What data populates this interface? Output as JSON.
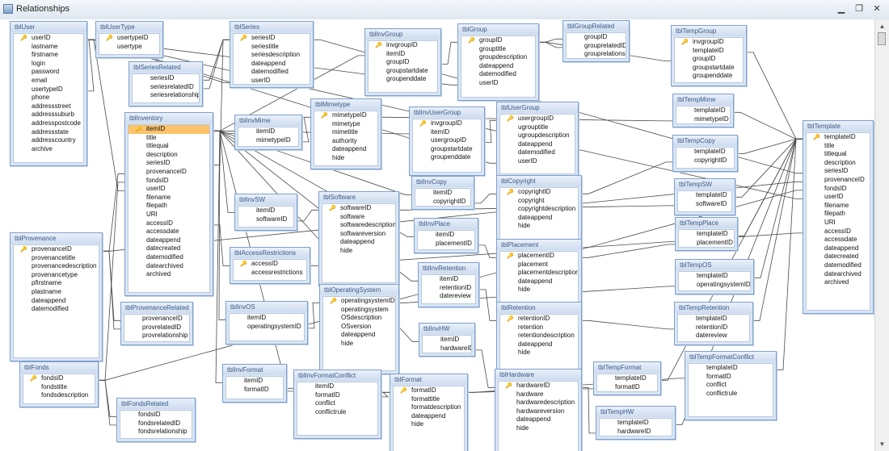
{
  "window": {
    "title": "Relationships",
    "buttons": {
      "minimize": "▁",
      "restore": "❐",
      "close": "✕"
    }
  },
  "scrollbar": {
    "up": "▲",
    "down": "▼"
  },
  "colors": {
    "header_bg": "#dae6f5",
    "border": "#7ea0cc",
    "header_text": "#3c5a86",
    "selected_row": "#fcc36a",
    "line": "#4a4a4a"
  },
  "icons": {
    "primary_key": "key-icon"
  },
  "tables": [
    {
      "name": "tblUser",
      "fields": [
        "userID",
        "lastname",
        "firstname",
        "login",
        "password",
        "email",
        "usertypeID",
        "phone",
        "addressstreet",
        "addresssuburb",
        "addresspostcode",
        "addressstate",
        "addresscountry",
        "archive"
      ],
      "pk": [
        "userID"
      ]
    },
    {
      "name": "tblUserType",
      "fields": [
        "usertypeID",
        "usertype"
      ],
      "pk": [
        "usertypeID"
      ]
    },
    {
      "name": "tblSeries",
      "fields": [
        "seriesID",
        "seriestitle",
        "seriesdescription",
        "dateappend",
        "datemodified",
        "userID"
      ],
      "pk": [
        "seriesID"
      ]
    },
    {
      "name": "tblInvGroup",
      "fields": [
        "invgroupID",
        "itemID",
        "groupID",
        "groupstartdate",
        "groupenddate"
      ],
      "pk": [
        "invgroupID"
      ]
    },
    {
      "name": "tblGroup",
      "fields": [
        "groupID",
        "grouptitle",
        "groupdescription",
        "dateappend",
        "datemodified",
        "userID"
      ],
      "pk": [
        "groupID"
      ]
    },
    {
      "name": "tblGroupRelated",
      "fields": [
        "groupID",
        "grouprelatedID",
        "grouprelationsl"
      ],
      "pk": []
    },
    {
      "name": "tblTempGroup",
      "fields": [
        "invgroupID",
        "templateID",
        "groupID",
        "groupstartdate",
        "groupenddate"
      ],
      "pk": [
        "invgroupID"
      ]
    },
    {
      "name": "tblSeriesRelated",
      "fields": [
        "seriesID",
        "seriesrelatedID",
        "seriesrelationship"
      ],
      "pk": []
    },
    {
      "name": "tblInventory",
      "fields": [
        "itemID",
        "title",
        "titlequal",
        "description",
        "seriesID",
        "provenanceID",
        "fondsID",
        "userID",
        "filename",
        "filepath",
        "URI",
        "accessID",
        "accessdate",
        "dateappend",
        "datecreated",
        "datemodified",
        "datearchived",
        "archived"
      ],
      "pk": [
        "itemID"
      ],
      "selected": "itemID"
    },
    {
      "name": "tblInvMime",
      "fields": [
        "itemID",
        "mimetypeID"
      ],
      "pk": []
    },
    {
      "name": "tblMimetype",
      "fields": [
        "mimetypeID",
        "mimetype",
        "mimetitle",
        "authority",
        "dateappend",
        "hide"
      ],
      "pk": [
        "mimetypeID"
      ]
    },
    {
      "name": "tblInvUserGroup",
      "fields": [
        "invgroupID",
        "itemID",
        "usergroupID",
        "groupstartdate",
        "groupenddate"
      ],
      "pk": [
        "invgroupID"
      ]
    },
    {
      "name": "tblUserGroup",
      "fields": [
        "usergroupID",
        "ugrouptitle",
        "ugroupdescription",
        "dateappend",
        "datemodified",
        "userID"
      ],
      "pk": [
        "usergroupID"
      ]
    },
    {
      "name": "tblTempMime",
      "fields": [
        "templateID",
        "mimetypeID"
      ],
      "pk": []
    },
    {
      "name": "tblTemplate",
      "fields": [
        "templateID",
        "title",
        "titlequal",
        "description",
        "seriesID",
        "provenanceID",
        "fondsID",
        "userID",
        "filename",
        "filepath",
        "URI",
        "accessID",
        "accessdate",
        "dateappend",
        "datecreated",
        "datemodified",
        "datearchived",
        "archived"
      ],
      "pk": [
        "templateID"
      ]
    },
    {
      "name": "tblTempCopy",
      "fields": [
        "templateID",
        "copyrightID"
      ],
      "pk": []
    },
    {
      "name": "tblInvCopy",
      "fields": [
        "itemID",
        "copyrightID"
      ],
      "pk": []
    },
    {
      "name": "tblCopyright",
      "fields": [
        "copyrightID",
        "copyright",
        "copyrightdescription",
        "dateappend",
        "hide"
      ],
      "pk": [
        "copyrightID"
      ]
    },
    {
      "name": "tblTempSW",
      "fields": [
        "templateID",
        "softwareID"
      ],
      "pk": []
    },
    {
      "name": "tblInvSW",
      "fields": [
        "itemID",
        "softwareID"
      ],
      "pk": []
    },
    {
      "name": "tblSoftware",
      "fields": [
        "softwareID",
        "software",
        "softwaredescription",
        "softwareversion",
        "dateappend",
        "hide"
      ],
      "pk": [
        "softwareID"
      ]
    },
    {
      "name": "tblInvPlace",
      "fields": [
        "itemID",
        "placementID"
      ],
      "pk": []
    },
    {
      "name": "tblTempPlace",
      "fields": [
        "templateID",
        "placementID"
      ],
      "pk": []
    },
    {
      "name": "tblProvenance",
      "fields": [
        "provenanceID",
        "provenancetitle",
        "provenancedescription",
        "provenancetype",
        "pfirstname",
        "plastname",
        "dateappend",
        "datemodified"
      ],
      "pk": [
        "provenanceID"
      ]
    },
    {
      "name": "tblAccessRestrictions",
      "fields": [
        "accessID",
        "accessrestrictions"
      ],
      "pk": [
        "accessID"
      ]
    },
    {
      "name": "tblPlacement",
      "fields": [
        "placementID",
        "placement",
        "placementdescription",
        "dateappend",
        "hide"
      ],
      "pk": [
        "placementID"
      ]
    },
    {
      "name": "tblInvRetention",
      "fields": [
        "itemID",
        "retentionID",
        "datereview"
      ],
      "pk": []
    },
    {
      "name": "tblTempOS",
      "fields": [
        "templateID",
        "operatingsystemID"
      ],
      "pk": []
    },
    {
      "name": "tblOperatingSystem",
      "fields": [
        "operatingsystemID",
        "operatingsystem",
        "OSdescription",
        "OSversion",
        "dateappend",
        "hide"
      ],
      "pk": [
        "operatingsystemID"
      ]
    },
    {
      "name": "tblProvenanceRelated",
      "fields": [
        "provenanceID",
        "provrelatedID",
        "provrelationship"
      ],
      "pk": []
    },
    {
      "name": "tblInvOS",
      "fields": [
        "itemID",
        "operatingsystemID"
      ],
      "pk": []
    },
    {
      "name": "tblRetention",
      "fields": [
        "retentionID",
        "retention",
        "retentiondescription",
        "dateappend",
        "hide"
      ],
      "pk": [
        "retentionID"
      ]
    },
    {
      "name": "tblTempRetention",
      "fields": [
        "templateID",
        "retentionID",
        "datereview"
      ],
      "pk": []
    },
    {
      "name": "tblInvHW",
      "fields": [
        "itemID",
        "hardwareID"
      ],
      "pk": []
    },
    {
      "name": "tblFonds",
      "fields": [
        "fondsID",
        "fondstitle",
        "fondsdescription"
      ],
      "pk": [
        "fondsID"
      ]
    },
    {
      "name": "tblInvFormat",
      "fields": [
        "itemID",
        "formatID"
      ],
      "pk": []
    },
    {
      "name": "tblInvFormatConflict",
      "fields": [
        "itemID",
        "formatID",
        "conflict",
        "conflictrule"
      ],
      "pk": []
    },
    {
      "name": "tblFormat",
      "fields": [
        "formatID",
        "formattitle",
        "formatdescription",
        "dateappend",
        "hide"
      ],
      "pk": [
        "formatID"
      ]
    },
    {
      "name": "tblHardware",
      "fields": [
        "hardwareID",
        "hardware",
        "hardwaredescription",
        "hardwareversion",
        "dateappend",
        "hide"
      ],
      "pk": [
        "hardwareID"
      ]
    },
    {
      "name": "tblTempFormat",
      "fields": [
        "templateID",
        "formatID"
      ],
      "pk": []
    },
    {
      "name": "tblTempFormatConflict",
      "fields": [
        "templateID",
        "formatID",
        "conflict",
        "conflictrule"
      ],
      "pk": []
    },
    {
      "name": "tblTempHW",
      "fields": [
        "templateID",
        "hardwareID"
      ],
      "pk": []
    },
    {
      "name": "tblFondsRelated",
      "fields": [
        "fondsID",
        "fondsrelatedID",
        "fondsrelationship"
      ],
      "pk": []
    }
  ],
  "relationships": [
    [
      "tblUser",
      "userID",
      "tblSeries",
      "userID"
    ],
    [
      "tblUser",
      "userID",
      "tblGroup",
      "userID"
    ],
    [
      "tblUser",
      "userID",
      "tblUserGroup",
      "userID"
    ],
    [
      "tblUser",
      "userID",
      "tblInventory",
      "userID"
    ],
    [
      "tblUser",
      "userID",
      "tblTemplate",
      "userID"
    ],
    [
      "tblUserType",
      "usertypeID",
      "tblUser",
      "usertypeID"
    ],
    [
      "tblSeries",
      "seriesID",
      "tblSeriesRelated",
      "seriesID"
    ],
    [
      "tblSeries",
      "seriesID",
      "tblSeriesRelated",
      "seriesrelatedID"
    ],
    [
      "tblSeries",
      "seriesID",
      "tblInventory",
      "seriesID"
    ],
    [
      "tblSeries",
      "seriesID",
      "tblTemplate",
      "seriesID"
    ],
    [
      "tblGroup",
      "groupID",
      "tblInvGroup",
      "groupID"
    ],
    [
      "tblGroup",
      "groupID",
      "tblGroupRelated",
      "groupID"
    ],
    [
      "tblGroup",
      "groupID",
      "tblGroupRelated",
      "grouprelatedID"
    ],
    [
      "tblGroup",
      "groupID",
      "tblTempGroup",
      "groupID"
    ],
    [
      "tblInventory",
      "itemID",
      "tblInvGroup",
      "itemID"
    ],
    [
      "tblInventory",
      "itemID",
      "tblInvMime",
      "itemID"
    ],
    [
      "tblInventory",
      "itemID",
      "tblInvUserGroup",
      "itemID"
    ],
    [
      "tblInventory",
      "itemID",
      "tblInvCopy",
      "itemID"
    ],
    [
      "tblInventory",
      "itemID",
      "tblInvSW",
      "itemID"
    ],
    [
      "tblInventory",
      "itemID",
      "tblInvPlace",
      "itemID"
    ],
    [
      "tblInventory",
      "itemID",
      "tblInvRetention",
      "itemID"
    ],
    [
      "tblInventory",
      "itemID",
      "tblInvOS",
      "itemID"
    ],
    [
      "tblInventory",
      "itemID",
      "tblInvHW",
      "itemID"
    ],
    [
      "tblInventory",
      "itemID",
      "tblInvFormat",
      "itemID"
    ],
    [
      "tblInventory",
      "itemID",
      "tblInvFormatConflict",
      "itemID"
    ],
    [
      "tblMimetype",
      "mimetypeID",
      "tblInvMime",
      "mimetypeID"
    ],
    [
      "tblMimetype",
      "mimetypeID",
      "tblTempMime",
      "mimetypeID"
    ],
    [
      "tblUserGroup",
      "usergroupID",
      "tblInvUserGroup",
      "usergroupID"
    ],
    [
      "tblCopyright",
      "copyrightID",
      "tblInvCopy",
      "copyrightID"
    ],
    [
      "tblCopyright",
      "copyrightID",
      "tblTempCopy",
      "copyrightID"
    ],
    [
      "tblSoftware",
      "softwareID",
      "tblInvSW",
      "softwareID"
    ],
    [
      "tblSoftware",
      "softwareID",
      "tblTempSW",
      "softwareID"
    ],
    [
      "tblPlacement",
      "placementID",
      "tblInvPlace",
      "placementID"
    ],
    [
      "tblPlacement",
      "placementID",
      "tblTempPlace",
      "placementID"
    ],
    [
      "tblProvenance",
      "provenanceID",
      "tblInventory",
      "provenanceID"
    ],
    [
      "tblProvenance",
      "provenanceID",
      "tblProvenanceRelated",
      "provenanceID"
    ],
    [
      "tblProvenance",
      "provenanceID",
      "tblProvenanceRelated",
      "provrelatedID"
    ],
    [
      "tblProvenance",
      "provenanceID",
      "tblTemplate",
      "provenanceID"
    ],
    [
      "tblAccessRestrictions",
      "accessID",
      "tblInventory",
      "accessID"
    ],
    [
      "tblAccessRestrictions",
      "accessID",
      "tblTemplate",
      "accessID"
    ],
    [
      "tblRetention",
      "retentionID",
      "tblInvRetention",
      "retentionID"
    ],
    [
      "tblRetention",
      "retentionID",
      "tblTempRetention",
      "retentionID"
    ],
    [
      "tblOperatingSystem",
      "operatingsystemID",
      "tblInvOS",
      "operatingsystemID"
    ],
    [
      "tblOperatingSystem",
      "operatingsystemID",
      "tblTempOS",
      "operatingsystemID"
    ],
    [
      "tblHardware",
      "hardwareID",
      "tblInvHW",
      "hardwareID"
    ],
    [
      "tblHardware",
      "hardwareID",
      "tblTempHW",
      "hardwareID"
    ],
    [
      "tblFormat",
      "formatID",
      "tblInvFormat",
      "formatID"
    ],
    [
      "tblFormat",
      "formatID",
      "tblInvFormatConflict",
      "formatID"
    ],
    [
      "tblFormat",
      "formatID",
      "tblTempFormat",
      "formatID"
    ],
    [
      "tblFormat",
      "formatID",
      "tblTempFormatConflict",
      "formatID"
    ],
    [
      "tblFonds",
      "fondsID",
      "tblInventory",
      "fondsID"
    ],
    [
      "tblFonds",
      "fondsID",
      "tblFondsRelated",
      "fondsID"
    ],
    [
      "tblFonds",
      "fondsID",
      "tblFondsRelated",
      "fondsrelatedID"
    ],
    [
      "tblFonds",
      "fondsID",
      "tblTemplate",
      "fondsID"
    ],
    [
      "tblTemplate",
      "templateID",
      "tblTempGroup",
      "templateID"
    ],
    [
      "tblTemplate",
      "templateID",
      "tblTempMime",
      "templateID"
    ],
    [
      "tblTemplate",
      "templateID",
      "tblTempCopy",
      "templateID"
    ],
    [
      "tblTemplate",
      "templateID",
      "tblTempSW",
      "templateID"
    ],
    [
      "tblTemplate",
      "templateID",
      "tblTempPlace",
      "templateID"
    ],
    [
      "tblTemplate",
      "templateID",
      "tblTempOS",
      "templateID"
    ],
    [
      "tblTemplate",
      "templateID",
      "tblTempRetention",
      "templateID"
    ],
    [
      "tblTemplate",
      "templateID",
      "tblTempFormat",
      "templateID"
    ],
    [
      "tblTemplate",
      "templateID",
      "tblTempFormatConflict",
      "templateID"
    ],
    [
      "tblTemplate",
      "templateID",
      "tblTempHW",
      "templateID"
    ]
  ]
}
